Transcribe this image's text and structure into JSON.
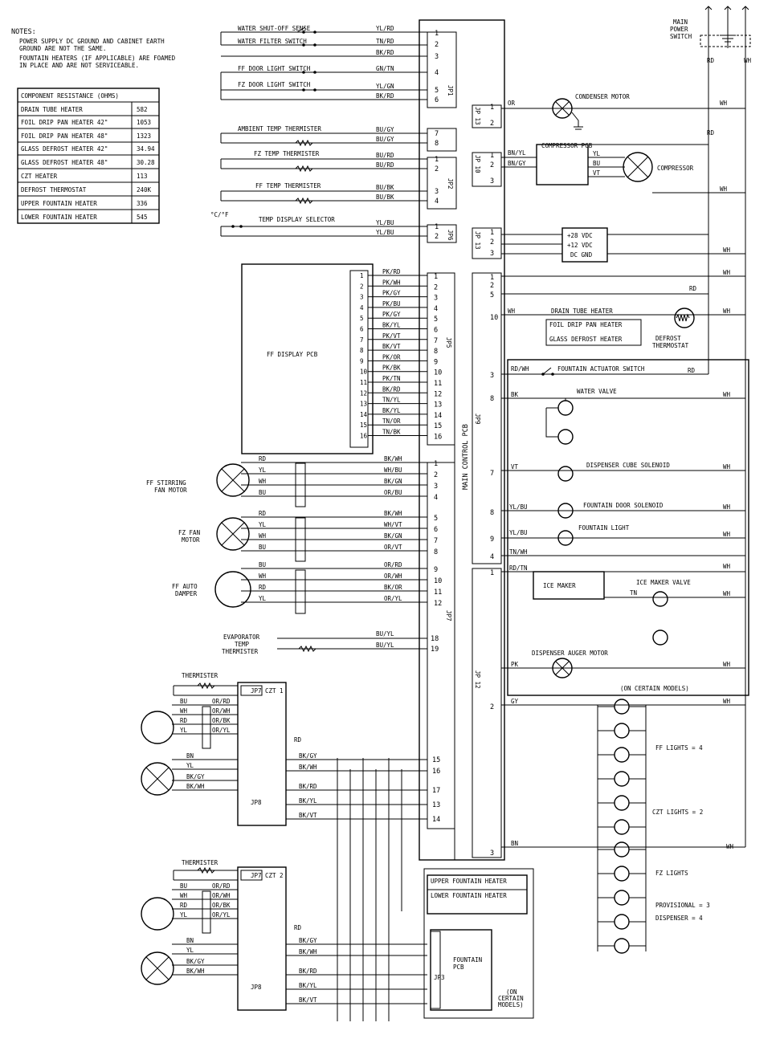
{
  "notes": {
    "title": "NOTES:",
    "lines": [
      "POWER SUPPLY DC GROUND AND CABINET EARTH",
      "GROUND ARE NOT THE SAME.",
      "FOUNTAIN HEATERS (IF APPLICABLE) ARE FOAMED",
      "IN PLACE AND ARE NOT SERVICEABLE."
    ]
  },
  "resistance_table": {
    "header": "COMPONENT RESISTANCE (OHMS)",
    "rows": [
      {
        "name": "DRAIN TUBE HEATER",
        "value": "582"
      },
      {
        "name": "FOIL DRIP PAN HEATER 42\"",
        "value": "1053"
      },
      {
        "name": "FOIL DRIP PAN HEATER 48\"",
        "value": "1323"
      },
      {
        "name": "GLASS DEFROST HEATER 42\"",
        "value": "34.94"
      },
      {
        "name": "GLASS DEFROST HEATER 48\"",
        "value": "30.28"
      },
      {
        "name": "CZT HEATER",
        "value": "113"
      },
      {
        "name": "DEFROST THERMOSTAT",
        "value": "240K"
      },
      {
        "name": "UPPER FOUNTAIN HEATER",
        "value": "336"
      },
      {
        "name": "LOWER FOUNTAIN HEATER",
        "value": "545"
      }
    ]
  },
  "main_power": {
    "label_line1": "MAIN",
    "label_line2": "POWER",
    "label_line3": "SWITCH",
    "rd": "RD",
    "wh": "WH"
  },
  "main_control": {
    "title": "MAIN CONTROL PCB",
    "jp1": "JP1",
    "jp2": "JP2",
    "jp6": "JP6",
    "jp5": "JP5",
    "jp7": "JP7",
    "jp13": "JP 13",
    "jp10": "JP 10",
    "jp3": "JP 13",
    "jp9": "JP9",
    "jp12": "JP 12"
  },
  "left_inputs": [
    {
      "label": "WATER SHUT-OFF SENSE",
      "wire": "YL/RD"
    },
    {
      "label": "WATER FILTER SWITCH",
      "wire": "TN/RD"
    },
    {
      "label": "",
      "wire": "BK/RD"
    },
    {
      "label": "FF DOOR LIGHT SWITCH",
      "wire": "GN/TN"
    },
    {
      "label": "FZ DOOR LIGHT SWITCH",
      "wire": "YL/GN"
    },
    {
      "label": "",
      "wire": "BK/RD"
    },
    {
      "label": "AMBIENT TEMP THERMISTER",
      "wire": "BU/GY"
    },
    {
      "label": "",
      "wire": "BU/GY"
    },
    {
      "label": "FZ TEMP THERMISTER",
      "wire": "BU/RD"
    },
    {
      "label": "",
      "wire": "BU/RD"
    },
    {
      "label": "FF TEMP THERMISTER",
      "wire": "BU/BK"
    },
    {
      "label": "",
      "wire": "BU/BK"
    },
    {
      "label": "TEMP DISPLAY SELECTOR",
      "wire": "YL/BU"
    },
    {
      "label": "",
      "wire": "YL/BU"
    }
  ],
  "cf_label": "°C/°F",
  "display": {
    "title": "FF DISPLAY PCB",
    "wires": [
      "PK/RD",
      "PK/WH",
      "PK/GY",
      "PK/BU",
      "PK/GY",
      "BK/YL",
      "PK/VT",
      "BK/VT",
      "PK/OR",
      "PK/BK",
      "PK/TN",
      "BK/RD",
      "TN/YL",
      "BK/YL",
      "TN/OR",
      "TN/BK"
    ],
    "pins": [
      "1",
      "2",
      "3",
      "4",
      "5",
      "6",
      "7",
      "8",
      "9",
      "10",
      "11",
      "12",
      "13",
      "14",
      "15",
      "16"
    ]
  },
  "motors": [
    {
      "label1": "FF STIRRING",
      "label2": "FAN MOTOR",
      "left": [
        "RD",
        "YL",
        "WH",
        "BU"
      ],
      "right": [
        "BK/WH",
        "WH/BU",
        "BK/GN",
        "OR/BU"
      ],
      "pins": [
        "1",
        "2",
        "3",
        "4"
      ]
    },
    {
      "label1": "FZ FAN",
      "label2": "MOTOR",
      "left": [
        "RD",
        "YL",
        "WH",
        "BU"
      ],
      "right": [
        "BK/WH",
        "WH/VT",
        "BK/GN",
        "OR/VT"
      ],
      "pins": [
        "5",
        "6",
        "7",
        "8"
      ]
    },
    {
      "label1": "FF AUTO",
      "label2": "DAMPER",
      "left": [
        "BU",
        "WH",
        "RD",
        "YL"
      ],
      "right": [
        "OR/RD",
        "OR/WH",
        "BK/OR",
        "OR/YL"
      ],
      "pins": [
        "9",
        "10",
        "11",
        "12"
      ]
    }
  ],
  "evap": {
    "label1": "EVAPORATOR",
    "label2": "TEMP",
    "label3": "THERMISTER",
    "w1": "BU/YL",
    "w2": "BU/YL",
    "p1": "18",
    "p2": "19"
  },
  "right_side": {
    "condenser": "CONDENSER MOTOR",
    "compressor_pcb": "COMPRESSOR PCB",
    "compressor": "COMPRESSOR",
    "or": "OR",
    "bn_yl": "BN/YL",
    "bn_gy": "BN/GY",
    "comp_wires": [
      "YL",
      "BU",
      "VT"
    ],
    "power": [
      "+28 VDC",
      "+12 VDC",
      "DC GND"
    ],
    "drain_tube": "DRAIN TUBE HEATER",
    "foil": "FOIL DRIP PAN HEATER",
    "glass": "GLASS DEFROST HEATER",
    "defrost1": "DEFROST",
    "defrost2": "THERMOSTAT",
    "fountain_act": "FOUNTAIN ACTUATOR SWITCH",
    "water_valve": "WATER VALVE",
    "cube_sol": "DISPENSER CUBE SOLENOID",
    "door_sol": "FOUNTAIN DOOR SOLENOID",
    "light": "FOUNTAIN LIGHT",
    "ice_maker": "ICE MAKER",
    "ice_valve": "ICE MAKER VALVE",
    "auger": "DISPENSER AUGER MOTOR",
    "on_certain": "(ON CERTAIN MODELS)",
    "rd_wh": "RD/WH",
    "bk": "BK",
    "vt": "VT",
    "yl_bu": "YL/BU",
    "yl_bu2": "YL/BU",
    "tn_wh": "TN/WH",
    "rd_tn": "RD/TN",
    "tn": "TN",
    "pk": "PK",
    "gy": "GY",
    "bn": "BN",
    "wh": "WH",
    "rd": "RD"
  },
  "lights": {
    "ff": "FF LIGHTS = 4",
    "czt": "CZT LIGHTS = 2",
    "fz": "FZ LIGHTS",
    "prov": "PROVISIONAL = 3",
    "disp": "DISPENSER = 4"
  },
  "czt1": {
    "thermister": "THERMISTER",
    "jp7": "JP7",
    "title": "CZT 1",
    "jp8": "JP8",
    "wires_left": [
      "BU",
      "WH",
      "RD",
      "YL",
      "BN",
      "YL",
      "BK/GY",
      "BK/WH"
    ],
    "wires_mid": [
      "OR/RD",
      "OR/WH",
      "OR/BK",
      "OR/YL"
    ],
    "rd": "RD",
    "bottom": [
      "BK/GY",
      "BK/WH",
      "BK/RD",
      "BK/YL",
      "BK/VT"
    ],
    "pins_main": [
      "15",
      "16",
      "17",
      "13",
      "14"
    ]
  },
  "czt2": {
    "thermister": "THERMISTER",
    "jp7": "JP7",
    "title": "CZT 2",
    "jp8": "JP8",
    "wires_left": [
      "BU",
      "WH",
      "RD",
      "YL",
      "BN",
      "YL",
      "BK/GY",
      "BK/WH"
    ],
    "wires_mid": [
      "OR/RD",
      "OR/WH",
      "OR/BK",
      "OR/YL"
    ],
    "rd": "RD",
    "bottom": [
      "BK/GY",
      "BK/WH",
      "BK/RD",
      "BK/YL",
      "BK/VT"
    ]
  },
  "fountain": {
    "upper": "UPPER FOUNTAIN HEATER",
    "lower": "LOWER FOUNTAIN HEATER",
    "pcb1": "FOUNTAIN",
    "pcb2": "PCB",
    "jp3": "JP3",
    "on1": "(ON",
    "on2": "CERTAIN",
    "on3": "MODELS)"
  }
}
